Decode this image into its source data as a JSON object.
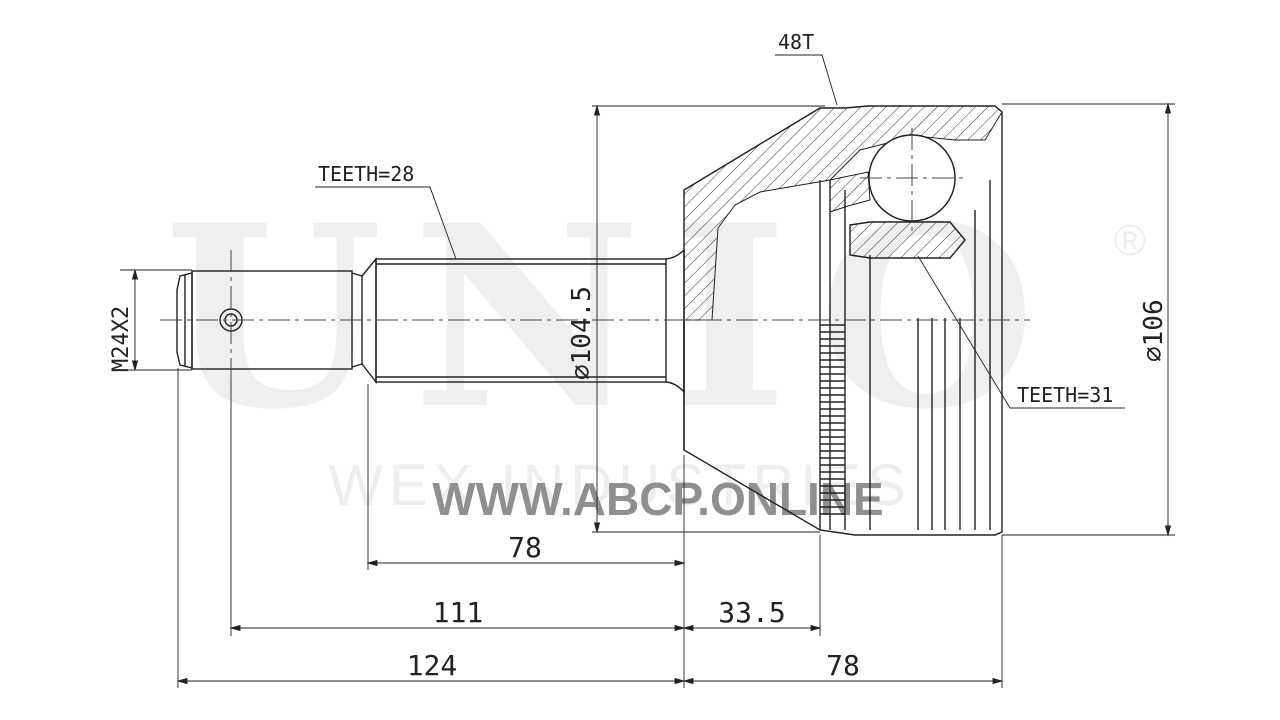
{
  "watermark": {
    "brand": "UNIO",
    "registered": "®",
    "company": "WEX INDUSTRIES",
    "url": "WWW.ABCP.ONLINE"
  },
  "labels": {
    "teeth_outer": "48T",
    "teeth_shaft": "TEETH=28",
    "teeth_inner": "TEETH=31",
    "thread": "M24X2",
    "dia_shaft": "⌀104.5",
    "dia_body": "⌀106"
  },
  "dimensions": {
    "d78_upper": "78",
    "d111": "111",
    "d33_5": "33.5",
    "d124": "124",
    "d78_lower": "78"
  }
}
